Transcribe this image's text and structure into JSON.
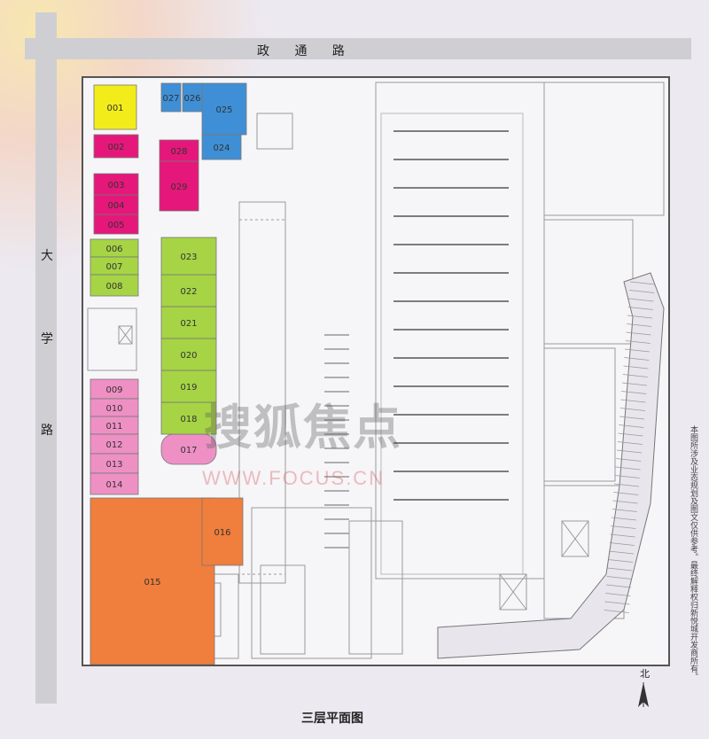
{
  "roads": {
    "top": "政 通 路",
    "left": [
      "大",
      "学",
      "路"
    ]
  },
  "title": "三层平面图",
  "north": "北",
  "note": "本图所涉及业态规划及图文仅供参考。最终解释权归新悦城开发商所有。",
  "watermark": {
    "brand": "搜狐焦点",
    "url": "WWW.FOCUS.CN"
  },
  "colors": {
    "yellow": "#f2ec1a",
    "magenta": "#e6177a",
    "green": "#a6d445",
    "blue": "#3f8fd6",
    "pink": "#ee90c4",
    "orange": "#f07e3c",
    "road": "#cfcfd3"
  },
  "units": [
    {
      "id": "001",
      "color": "yellow"
    },
    {
      "id": "002",
      "color": "magenta"
    },
    {
      "id": "003",
      "color": "magenta"
    },
    {
      "id": "004",
      "color": "magenta"
    },
    {
      "id": "005",
      "color": "magenta"
    },
    {
      "id": "006",
      "color": "green"
    },
    {
      "id": "007",
      "color": "green"
    },
    {
      "id": "008",
      "color": "green"
    },
    {
      "id": "009",
      "color": "pink"
    },
    {
      "id": "010",
      "color": "pink"
    },
    {
      "id": "011",
      "color": "pink"
    },
    {
      "id": "012",
      "color": "pink"
    },
    {
      "id": "013",
      "color": "pink"
    },
    {
      "id": "014",
      "color": "pink"
    },
    {
      "id": "015",
      "color": "orange"
    },
    {
      "id": "016",
      "color": "orange"
    },
    {
      "id": "017",
      "color": "pink"
    },
    {
      "id": "018",
      "color": "green"
    },
    {
      "id": "019",
      "color": "green"
    },
    {
      "id": "020",
      "color": "green"
    },
    {
      "id": "021",
      "color": "green"
    },
    {
      "id": "022",
      "color": "green"
    },
    {
      "id": "023",
      "color": "green"
    },
    {
      "id": "024",
      "color": "blue"
    },
    {
      "id": "025",
      "color": "blue"
    },
    {
      "id": "026",
      "color": "blue"
    },
    {
      "id": "027",
      "color": "blue"
    },
    {
      "id": "028",
      "color": "magenta"
    },
    {
      "id": "029",
      "color": "magenta"
    }
  ]
}
